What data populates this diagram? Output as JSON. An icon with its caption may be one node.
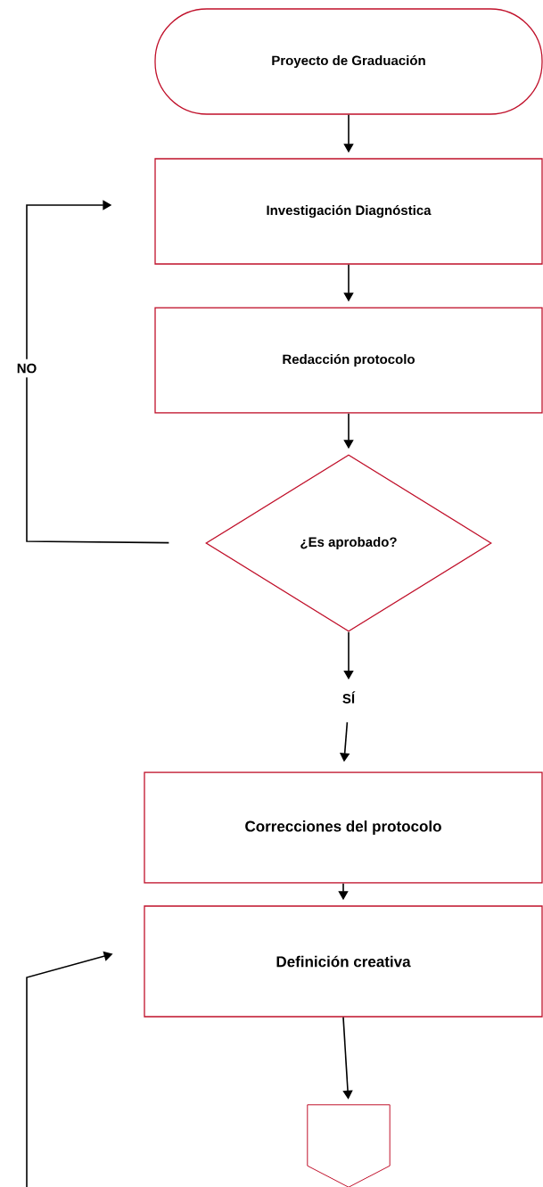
{
  "diagram": {
    "nodes": [
      {
        "text": [
          "Proyecto de Graduación"
        ]
      },
      {
        "text": [
          "Investigación Diagnóstica"
        ]
      },
      {
        "text": [
          "Redacción protocolo"
        ]
      },
      {
        "text": [
          "¿Es aprobado?"
        ]
      },
      {
        "text": [
          "SÍ"
        ]
      },
      {
        "text": [
          "Correcciones del protocolo"
        ]
      },
      {
        "text": [
          "Definición creativa"
        ]
      },
      {
        "text": [],
        "shape": "pentagon"
      }
    ],
    "edges": [
      {
        "from": 0,
        "to": 1,
        "arrow": "to"
      },
      {
        "from": 1,
        "to": 2,
        "arrow": "to"
      },
      {
        "from": 2,
        "to": 3,
        "arrow": "to"
      },
      {
        "from": 3,
        "to": 4,
        "arrow": "to"
      },
      {
        "from": 4,
        "to": 5,
        "arrow": "to"
      },
      {
        "from": 5,
        "to": 6,
        "arrow": "to"
      },
      {
        "from": 6,
        "to": 7,
        "arrow": "to"
      },
      {
        "from": 3,
        "to": 1,
        "arrow": "to",
        "label": "NO"
      },
      {
        "from": null,
        "to": 6,
        "arrow": "to"
      }
    ]
  }
}
